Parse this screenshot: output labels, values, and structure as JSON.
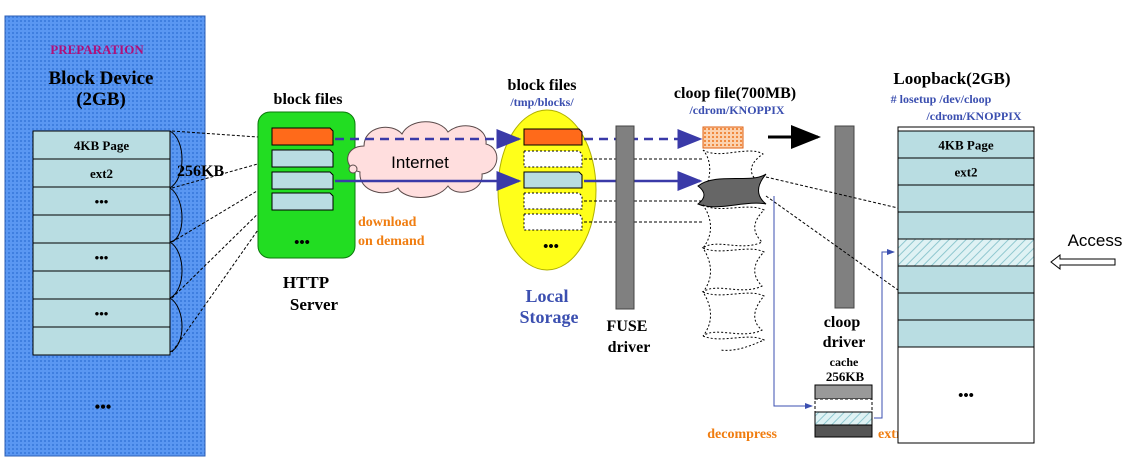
{
  "colors": {
    "panel_blue": "#4f8ff0",
    "row_cyan": "#b9dde2",
    "server_green": "#22dd22",
    "storage_yellow": "#ffff1a",
    "block_orange": "#ff6a1a",
    "flow_blue": "#3a3aa8",
    "highlight_orange": "#f07d10",
    "link_blue": "#3b4fb0",
    "magenta": "#b0107a"
  },
  "preparation": {
    "title": "PREPARATION",
    "device_line1": "Block Device",
    "device_line2": "(2GB)",
    "rows": [
      "4KB Page",
      "ext2",
      "•••",
      "",
      "•••",
      "",
      "•••",
      ""
    ],
    "ellipsis_bottom": "•••",
    "chunk_label": "256KB"
  },
  "http_server": {
    "title": "block files",
    "ellipsis": "•••",
    "label_line1": "HTTP",
    "label_line2": "Server"
  },
  "internet": {
    "label": "Internet"
  },
  "download": {
    "line1": "download",
    "line2": "on demand"
  },
  "local_storage": {
    "title": "block files",
    "path": "/tmp/blocks/",
    "ellipsis": "•••",
    "label_line1": "Local",
    "label_line2": "Storage"
  },
  "fuse": {
    "line1": "FUSE",
    "line2": "driver"
  },
  "cloop_file": {
    "title": "cloop file(700MB)",
    "path": "/cdrom/KNOPPIX"
  },
  "cloop_driver": {
    "line1": "cloop",
    "line2": "driver"
  },
  "cache": {
    "line1": "cache",
    "line2": "256KB",
    "decompress": "decompress",
    "extract": "extract"
  },
  "loopback": {
    "title": "Loopback(2GB)",
    "cmd_line1": "# losetup /dev/cloop",
    "cmd_line2": "/cdrom/KNOPPIX",
    "rows": [
      "4KB Page",
      "ext2",
      "",
      "",
      "",
      "",
      "",
      ""
    ],
    "ellipsis": "•••"
  },
  "access": {
    "label": "Access"
  }
}
